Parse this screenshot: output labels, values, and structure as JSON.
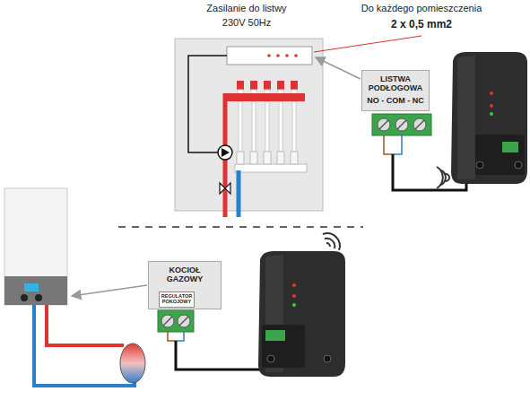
{
  "diagram": {
    "nodes": [
      {
        "text": [
          "LISTWA PODŁOGOWA",
          "NO - COM - NC"
        ]
      },
      {
        "text": [
          "KOCIOŁ GAZOWY"
        ]
      },
      {
        "text": [
          "REGULATOR POKOJOWY"
        ],
        "in": 1
      }
    ],
    "labels": [
      "Zasilanie do listwy",
      "230V 50Hz",
      "Do każdego pomieszczenia",
      "2 x 0,5 mm2"
    ]
  }
}
